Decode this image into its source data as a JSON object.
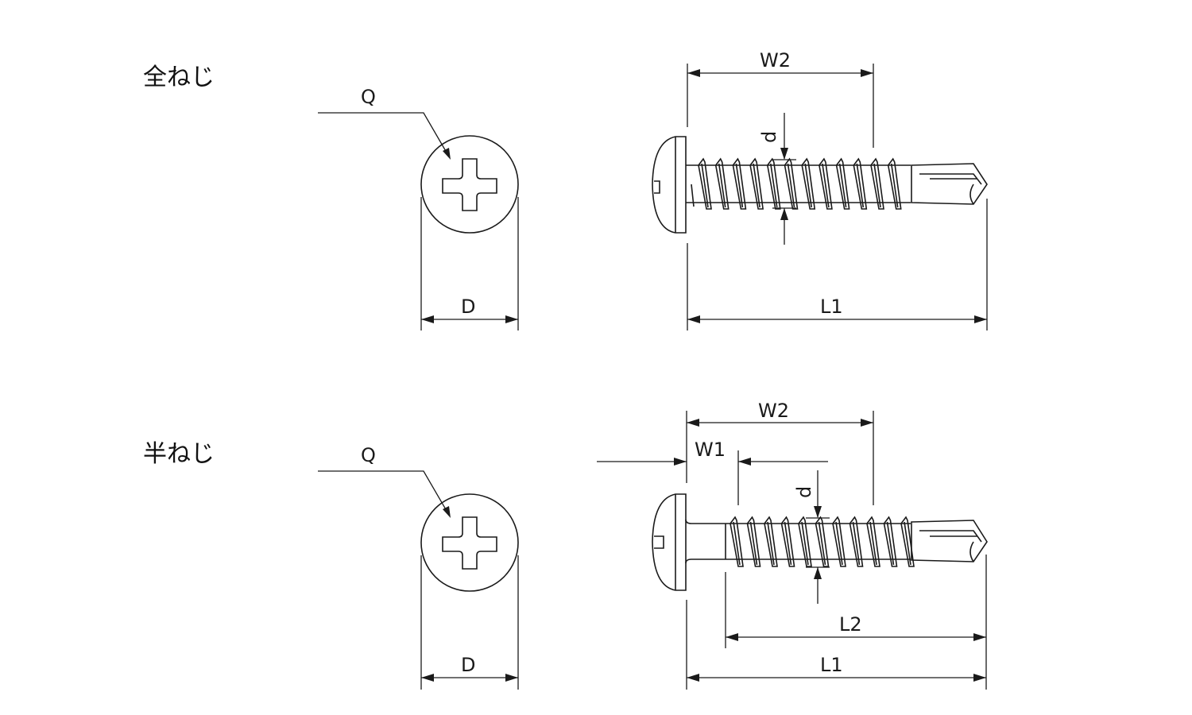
{
  "figure": {
    "colors": {
      "line": "#1a1a1a",
      "background": "#ffffff"
    },
    "sections": [
      {
        "id": "full-thread",
        "title": "全ねじ",
        "labels": {
          "recess": "Q",
          "head_diameter": "D",
          "thread_width": "W2",
          "thread_diameter": "d",
          "total_length": "L1"
        }
      },
      {
        "id": "half-thread",
        "title": "半ねじ",
        "labels": {
          "recess": "Q",
          "head_diameter": "D",
          "thread_width": "W2",
          "unthreaded_width": "W1",
          "thread_diameter": "d",
          "thread_length": "L2",
          "total_length": "L1"
        }
      }
    ]
  }
}
